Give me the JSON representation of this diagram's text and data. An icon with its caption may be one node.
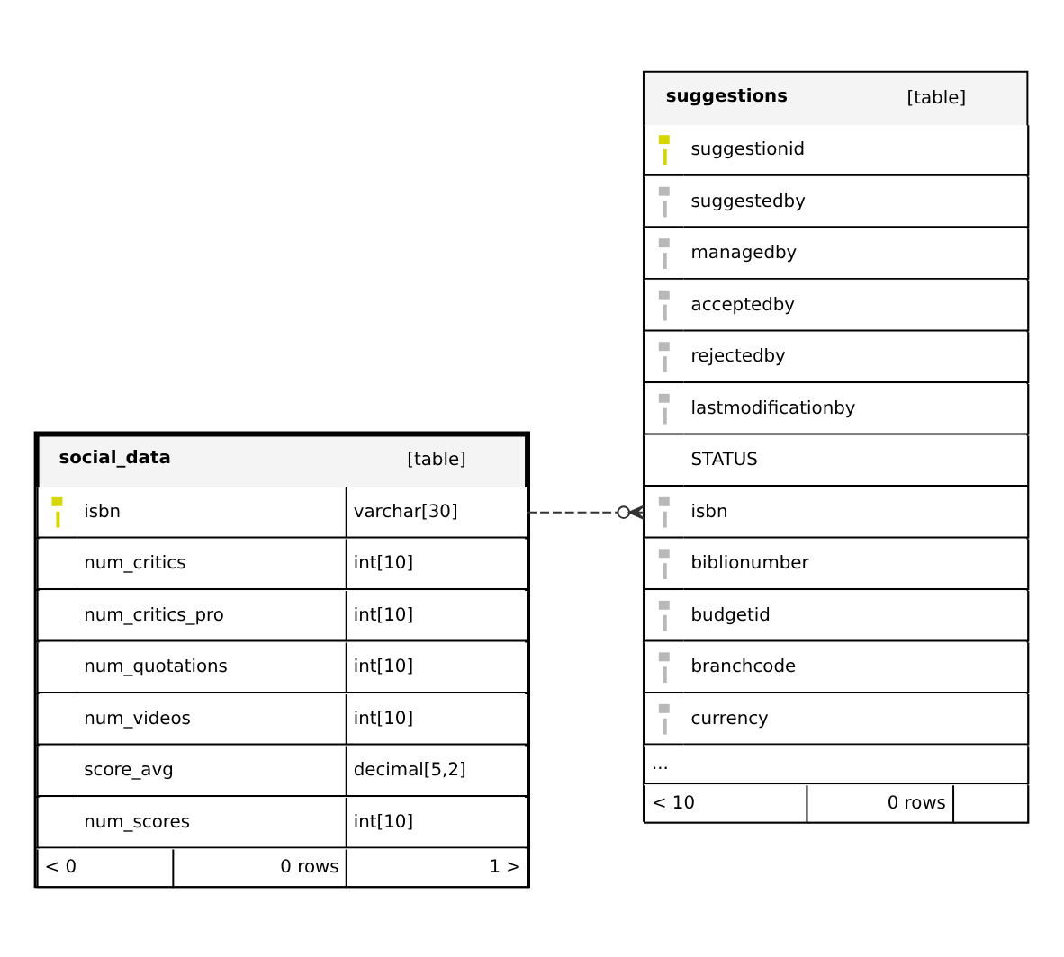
{
  "diagram": {
    "nodes": [
      {
        "text": [
          "social_data",
          "[table]"
        ]
      },
      {
        "text": [
          "isbn",
          "varchar[30]"
        ],
        "in": 0
      },
      {
        "text": [
          "num_critics",
          "int[10]"
        ],
        "in": 0
      },
      {
        "text": [
          "num_critics_pro",
          "int[10]"
        ],
        "in": 0
      },
      {
        "text": [
          "num_quotations",
          "int[10]"
        ],
        "in": 0
      },
      {
        "text": [
          "num_videos",
          "int[10]"
        ],
        "in": 0
      },
      {
        "text": [
          "score_avg",
          "decimal[5,2]"
        ],
        "in": 0
      },
      {
        "text": [
          "num_scores",
          "int[10]"
        ],
        "in": 0
      },
      {
        "text": [
          "< 0",
          "0 rows",
          "1 >"
        ],
        "in": 0
      },
      {
        "text": [
          "suggestions",
          "[table]"
        ]
      },
      {
        "text": [
          "suggestionid"
        ],
        "in": 9
      },
      {
        "text": [
          "suggestedby"
        ],
        "in": 9
      },
      {
        "text": [
          "managedby"
        ],
        "in": 9
      },
      {
        "text": [
          "acceptedby"
        ],
        "in": 9
      },
      {
        "text": [
          "rejectedby"
        ],
        "in": 9
      },
      {
        "text": [
          "lastmodificationby"
        ],
        "in": 9
      },
      {
        "text": [
          "STATUS"
        ],
        "in": 9
      },
      {
        "text": [
          "isbn"
        ],
        "in": 9
      },
      {
        "text": [
          "biblionumber"
        ],
        "in": 9
      },
      {
        "text": [
          "budgetid"
        ],
        "in": 9
      },
      {
        "text": [
          "branchcode"
        ],
        "in": 9
      },
      {
        "text": [
          "currency"
        ],
        "in": 9
      },
      {
        "text": [
          "..."
        ],
        "in": 9
      },
      {
        "text": [
          "< 10",
          "0 rows"
        ],
        "in": 9
      }
    ],
    "edges": [
      {
        "from": 1,
        "to": 17,
        "arrow": "other",
        "style": "dashed"
      }
    ]
  }
}
